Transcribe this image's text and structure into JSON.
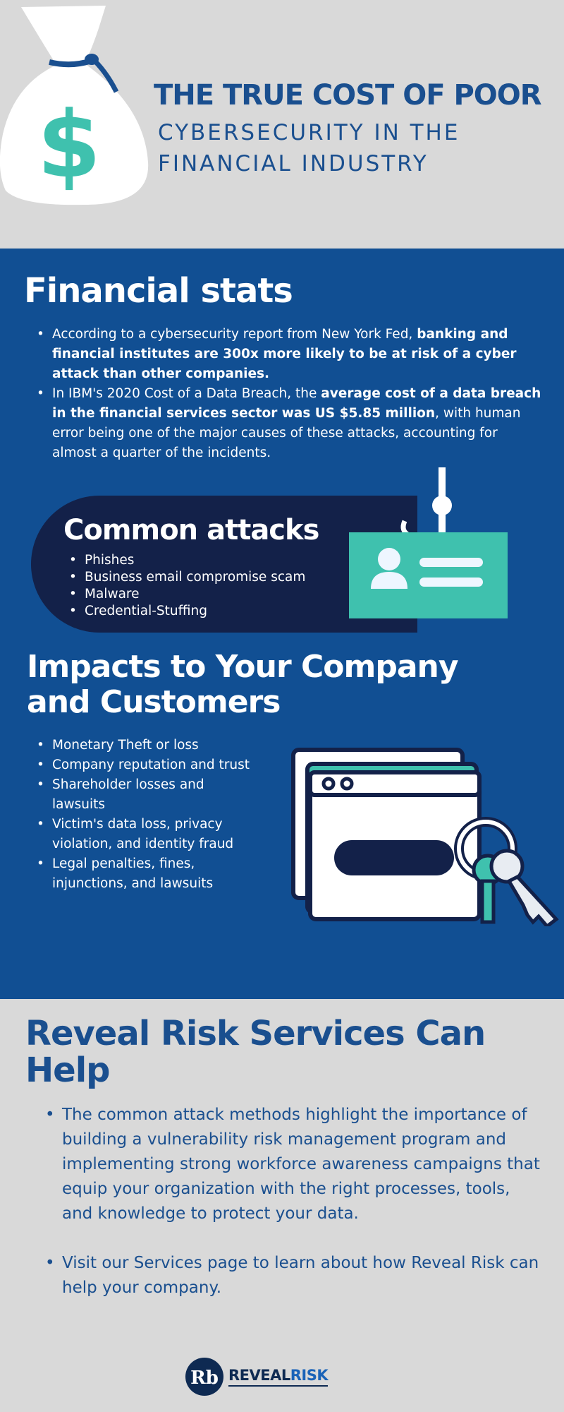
{
  "header": {
    "title_line1": "THE TRUE COST OF POOR",
    "title_line2": "CYBERSECURITY IN THE",
    "title_line3": "FINANCIAL INDUSTRY",
    "bag_symbol": "$"
  },
  "financial": {
    "heading": "Financial stats",
    "items": [
      {
        "pre": "According to a cybersecurity report from New York Fed, ",
        "bold": "banking and financial institutes are 300x more likely to be at risk of a cyber attack than other companies.",
        "post": ""
      },
      {
        "pre": " In IBM's 2020 Cost of a Data Breach, the ",
        "bold": "average cost of a data breach in the financial services sector was US $5.85 million",
        "post": ", with human error being one of the major causes of these attacks, accounting for almost a quarter of the incidents."
      }
    ]
  },
  "attacks": {
    "heading": "Common attacks",
    "items": [
      "Phishes",
      "Business email compromise scam",
      "Malware",
      "Credential-Stuffing"
    ]
  },
  "impacts": {
    "heading_line1": "Impacts to Your Company",
    "heading_line2": "and Customers",
    "items": [
      "Monetary Theft or loss",
      "Company reputation and trust",
      "Shareholder losses and lawsuits",
      "Victim's data loss, privacy violation, and identity fraud",
      "Legal penalties, fines, injunctions, and lawsuits"
    ]
  },
  "help": {
    "heading_line1": "Reveal Risk Services Can",
    "heading_line2": "Help",
    "items": [
      "The common attack methods highlight the importance of building a vulnerability risk management program and implementing strong workforce awareness campaigns that equip your organization with the right processes, tools, and knowledge to protect your data.",
      "Visit our Services page to learn about how Reveal Risk can help your company."
    ]
  },
  "logo": {
    "part1": "REVEAL",
    "part2": "RISK",
    "mark": "Rb"
  },
  "colors": {
    "navy": "#114f93",
    "dark_navy": "#132149",
    "teal": "#3fc1ae",
    "title_blue": "#1a4f8f",
    "gray": "#d9d9d9"
  }
}
